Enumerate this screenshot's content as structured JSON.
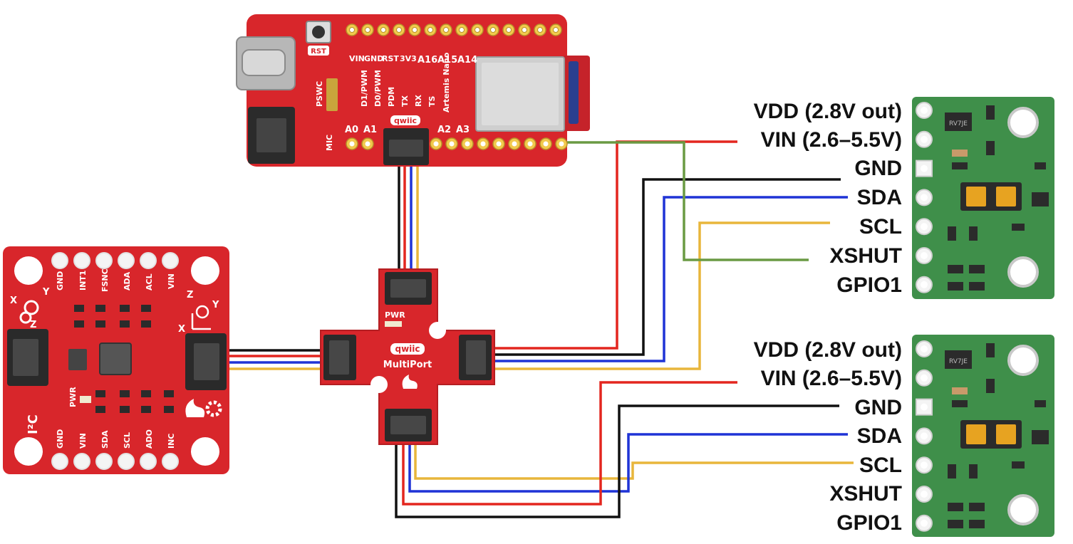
{
  "colors": {
    "red_pcb": "#d8262b",
    "red_pcb_dark": "#b51e22",
    "green_pcb": "#3f8f4a",
    "wire_red": "#e3261f",
    "wire_black": "#111111",
    "wire_blue": "#1f33d6",
    "wire_yellow": "#e8b63b",
    "wire_green": "#6a9a43"
  },
  "artemis": {
    "top_labels": [
      "RST",
      "VIN",
      "GND",
      "RST",
      "3V3",
      "A16",
      "A15",
      "A14"
    ],
    "side_labels": [
      "PSWC",
      "A0",
      "A1",
      "A2",
      "A3",
      "MIC"
    ],
    "vertical_labels": [
      "D1/PWM",
      "D0/PWM",
      "PDM",
      "TX",
      "RX",
      "TS",
      "Artemis Nano"
    ],
    "qwiic_logo": "qwiic"
  },
  "imu": {
    "top_labels": [
      "GND",
      "INT1",
      "FSNC",
      "ADA",
      "ACL",
      "VIN"
    ],
    "bottom_labels": [
      "GND",
      "VIN",
      "SDA",
      "SCL",
      "ADO",
      "INC"
    ],
    "side_labels": [
      "I²C",
      "PWR"
    ],
    "axis_labels": [
      "X",
      "Y",
      "Z",
      "X",
      "Z",
      "Y"
    ]
  },
  "multiport": {
    "name": "MultiPort",
    "pwr_label": "PWR",
    "logo": "qwiic"
  },
  "sensor_1": {
    "pins": [
      "VDD (2.8V out)",
      "VIN (2.6–5.5V)",
      "GND",
      "SDA",
      "SCL",
      "XSHUT",
      "GPIO1"
    ],
    "chip_text": "RV7JE"
  },
  "sensor_2": {
    "pins": [
      "VDD (2.8V out)",
      "VIN (2.6–5.5V)",
      "GND",
      "SDA",
      "SCL",
      "XSHUT",
      "GPIO1"
    ],
    "chip_text": "RV7JE"
  },
  "wires": [
    "red",
    "black",
    "blue",
    "yellow",
    "green"
  ]
}
